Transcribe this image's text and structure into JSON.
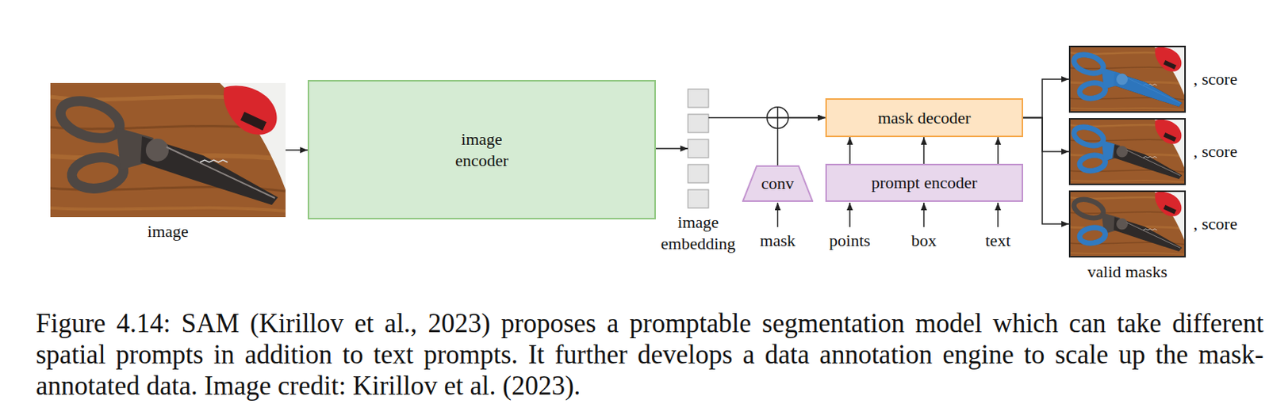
{
  "diagram": {
    "caption": "Figure 4.14: SAM (Kirillov et al., 2023) proposes a promptable segmentation model which can take different spatial prompts in addition to text prompts. It further develops a data annotation engine to scale up the mask-annotated data. Image credit: Kirillov et al. (2023).",
    "nodes": [
      {
        "text": [
          "image"
        ]
      },
      {
        "text": [
          "image encoder"
        ]
      },
      {
        "text": [
          "image embedding"
        ]
      },
      {
        "text": [
          "conv"
        ]
      },
      {
        "text": [
          "mask decoder"
        ]
      },
      {
        "text": [
          "prompt encoder"
        ]
      },
      {
        "text": [
          "valid masks"
        ]
      },
      {
        "text": [
          ", score"
        ],
        "in": 6
      },
      {
        "text": [
          ", score"
        ],
        "in": 6
      },
      {
        "text": [
          ", score"
        ],
        "in": 6
      }
    ],
    "edges": [
      {
        "from": 0,
        "to": 1,
        "arrow": "to"
      },
      {
        "from": 1,
        "to": 2,
        "arrow": "to"
      },
      {
        "from": 2,
        "to": 4,
        "arrow": "to"
      },
      {
        "from": 3,
        "to": 4,
        "arrow": "to"
      },
      {
        "from": 5,
        "to": 4,
        "arrow": "to"
      },
      {
        "from": 5,
        "to": 4,
        "arrow": "to"
      },
      {
        "from": 5,
        "to": 4,
        "arrow": "to"
      },
      {
        "from": 4,
        "to": 7,
        "arrow": "to"
      },
      {
        "from": 4,
        "to": 8,
        "arrow": "to"
      },
      {
        "from": 4,
        "to": 9,
        "arrow": "to"
      }
    ],
    "labels": [
      "mask",
      "points",
      "box",
      "text"
    ]
  }
}
